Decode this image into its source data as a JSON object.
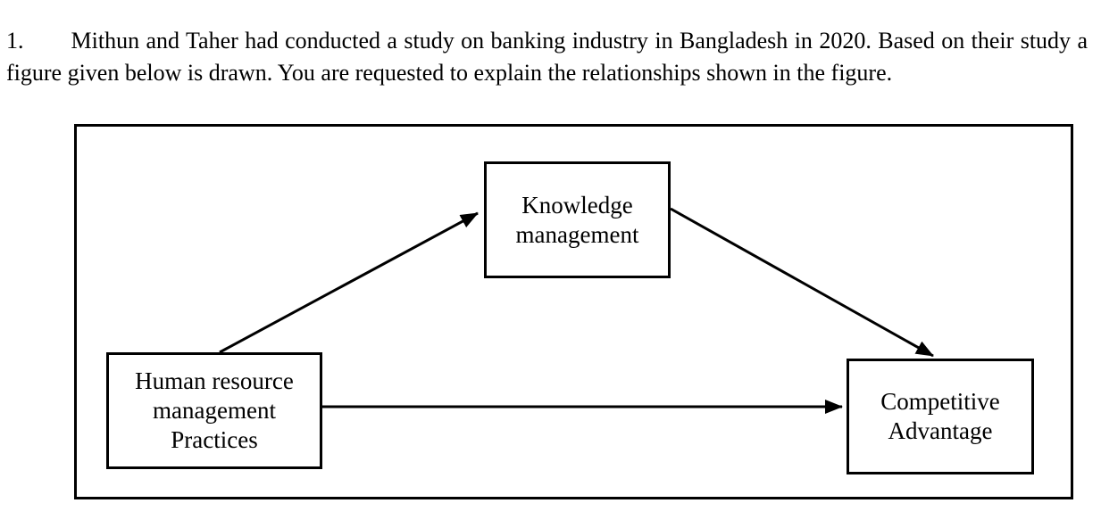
{
  "question": {
    "number": "1.",
    "text": "Mithun and Taher had conducted a study on banking industry in Bangladesh in 2020. Based on their study a figure given below is drawn. You are requested to explain the relationships shown in the figure."
  },
  "figure": {
    "boxes": {
      "knowledge_management": {
        "lines": [
          "Knowledge",
          "management"
        ]
      },
      "hrm_practices": {
        "lines": [
          "Human resource",
          "management",
          "Practices"
        ]
      },
      "competitive_advantage": {
        "lines": [
          "Competitive",
          "Advantage"
        ]
      }
    },
    "relationships": [
      {
        "from": "Human resource management Practices",
        "to": "Knowledge management"
      },
      {
        "from": "Knowledge management",
        "to": "Competitive Advantage"
      },
      {
        "from": "Human resource management Practices",
        "to": "Competitive Advantage"
      }
    ],
    "colors": {
      "line": "#000000",
      "background": "#ffffff"
    }
  }
}
